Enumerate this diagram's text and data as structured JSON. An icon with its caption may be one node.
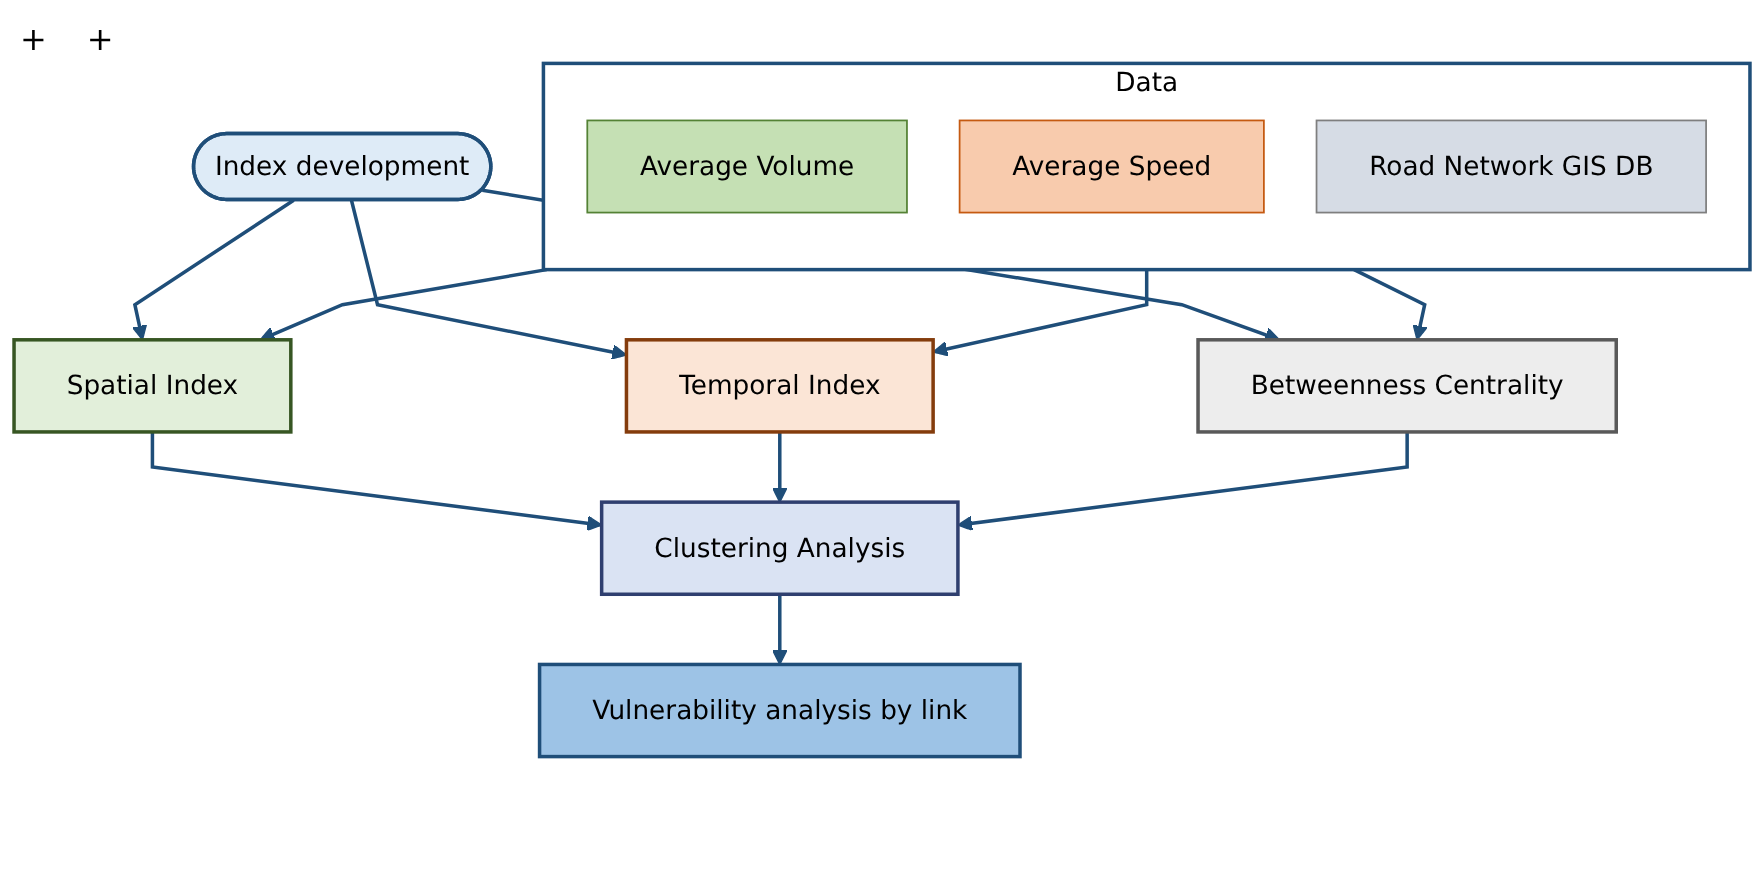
{
  "diagram": {
    "nodes": [
      {
        "text": [
          "Data"
        ]
      },
      {
        "text": [
          "Average Volume"
        ],
        "in": 0
      },
      {
        "text": [
          "Average Speed"
        ],
        "in": 0
      },
      {
        "text": [
          "Road Network GIS DB"
        ],
        "in": 0
      },
      {
        "text": [
          "Index development"
        ]
      },
      {
        "text": [
          "Spatial Index"
        ]
      },
      {
        "text": [
          "Temporal Index"
        ]
      },
      {
        "text": [
          "Betweenness Centrality"
        ]
      },
      {
        "text": [
          "Clustering Analysis"
        ]
      },
      {
        "text": [
          "Vulnerability analysis by link"
        ]
      }
    ],
    "edges": [
      {
        "from": 0,
        "to": 5,
        "arrow": "to"
      },
      {
        "from": 0,
        "to": 6,
        "arrow": "to"
      },
      {
        "from": 0,
        "to": 7,
        "arrow": "to"
      },
      {
        "from": 4,
        "to": 5,
        "arrow": "to"
      },
      {
        "from": 4,
        "to": 6,
        "arrow": "to"
      },
      {
        "from": 4,
        "to": 7,
        "arrow": "to"
      },
      {
        "from": 5,
        "to": 8,
        "arrow": "to"
      },
      {
        "from": 6,
        "to": 8,
        "arrow": "to"
      },
      {
        "from": 7,
        "to": 8,
        "arrow": "to"
      },
      {
        "from": 8,
        "to": 9,
        "arrow": "to"
      }
    ],
    "labels": [
      "+",
      "+"
    ]
  }
}
